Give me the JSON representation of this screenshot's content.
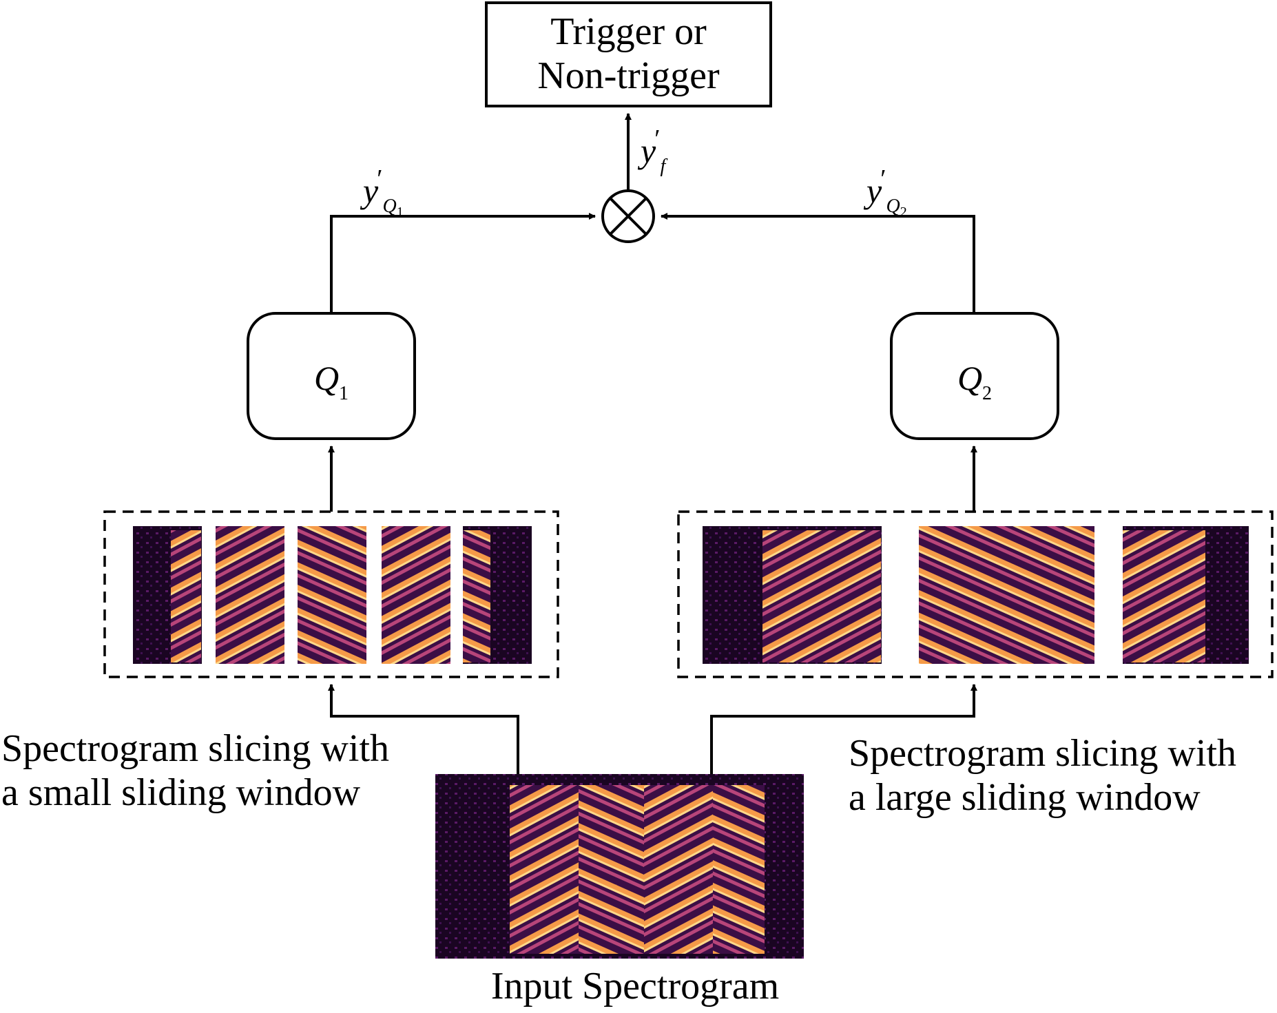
{
  "output_box": {
    "line1": "Trigger or",
    "line2": "Non-trigger"
  },
  "signals": {
    "fused": {
      "symbol": "y",
      "prime": "′",
      "sub": "f"
    },
    "branch1": {
      "symbol": "y",
      "prime": "′",
      "sub": "Q",
      "subsub": "1"
    },
    "branch2": {
      "symbol": "y",
      "prime": "′",
      "sub": "Q",
      "subsub": "2"
    }
  },
  "models": {
    "q1": {
      "symbol": "Q",
      "sub": "1"
    },
    "q2": {
      "symbol": "Q",
      "sub": "2"
    }
  },
  "captions": {
    "small_window": {
      "line1": "Spectrogram slicing with",
      "line2": "a small sliding window"
    },
    "large_window": {
      "line1": "Spectrogram slicing with",
      "line2": "a large sliding window"
    },
    "input": "Input Spectrogram"
  },
  "colors": {
    "spec_dark": "#1a0522",
    "spec_mid": "#6b1f7a",
    "spec_bright": "#f59a48",
    "spec_hot": "#ffd98a"
  }
}
